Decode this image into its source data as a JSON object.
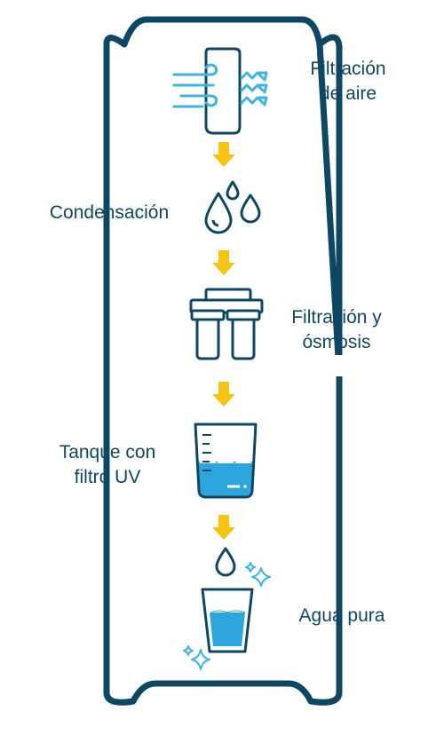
{
  "colors": {
    "frame": "#0e4764",
    "arrow": "#f6c312",
    "water": "#2ca6dc",
    "wind": "#3bb3e6",
    "background": "#ffffff"
  },
  "steps": [
    {
      "id": "air",
      "lines": [
        "Filtración",
        "de aire"
      ],
      "icon": "air-filter-icon"
    },
    {
      "id": "cond",
      "lines": [
        "Condensación"
      ],
      "icon": "water-drops-icon"
    },
    {
      "id": "osmo",
      "lines": [
        "Filtración y",
        "ósmosis"
      ],
      "icon": "osmosis-filter-icon"
    },
    {
      "id": "tank",
      "lines": [
        "Tanque con",
        "filtro UV"
      ],
      "icon": "uv-tank-icon"
    },
    {
      "id": "pure",
      "lines": [
        "Agua pura"
      ],
      "icon": "water-glass-icon"
    }
  ],
  "arrows": [
    "down-arrow-icon",
    "down-arrow-icon",
    "down-arrow-icon",
    "down-arrow-icon"
  ]
}
